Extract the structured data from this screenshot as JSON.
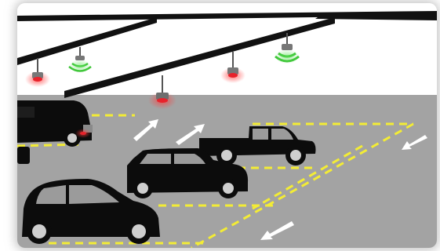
{
  "illustration": {
    "subject": "parking-garage-sensor-guidance",
    "colors": {
      "ceiling": "#ffffff",
      "road": "#a3a3a3",
      "beam": "#111111",
      "car": "#0c0c0c",
      "lane_marking": "#f3ec35",
      "arrow": "#ffffff",
      "indicator_occupied": "#e8222b",
      "indicator_free": "#3cc436"
    },
    "indicators": [
      {
        "name": "indicator-1",
        "status": "occupied"
      },
      {
        "name": "indicator-2",
        "status": "free"
      },
      {
        "name": "indicator-3",
        "status": "occupied"
      },
      {
        "name": "indicator-4",
        "status": "occupied"
      },
      {
        "name": "indicator-5",
        "status": "free"
      }
    ],
    "vehicles": [
      "van-partial",
      "pickup-truck",
      "sedan",
      "hatchback"
    ]
  }
}
